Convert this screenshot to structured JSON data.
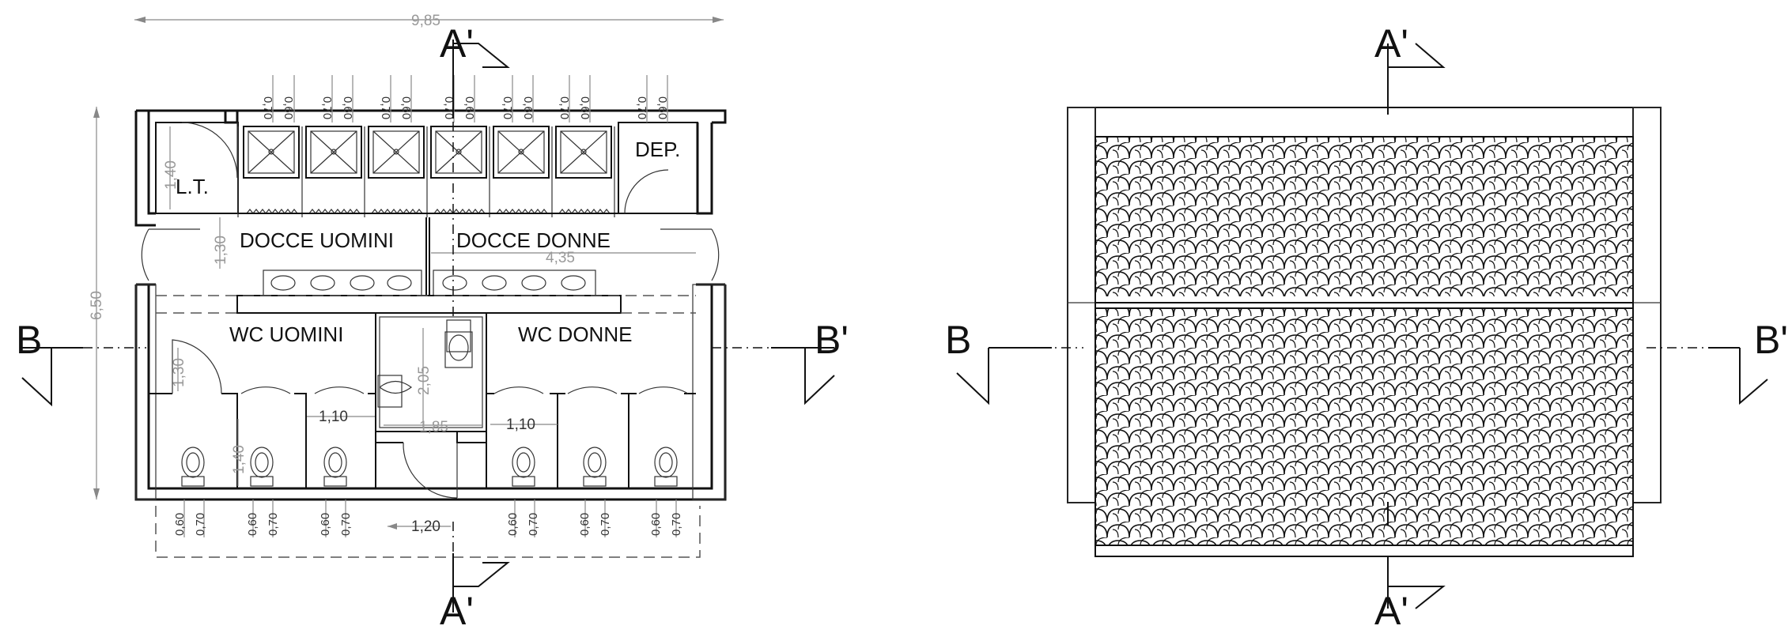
{
  "plan": {
    "total_width": "9,85",
    "total_depth": "6,50",
    "dim_lt_height": "1,40",
    "dim_corridor": "1,30",
    "dim_women_corridor": "4,35",
    "dim_wc_depth": "1,30",
    "dim_cubicle_depth": "1,40",
    "dim_wc_width_left": "1,10",
    "dim_wc_width_right": "1,10",
    "dim_disabled_width": "1,85",
    "dim_disabled_depth": "2,05",
    "dim_entrance": "1,20",
    "shower_dim_a": "0,70",
    "shower_dim_b": "0,60",
    "wc_dim_a": "0,60",
    "wc_dim_b": "0,70"
  },
  "rooms": {
    "lt": "L.T.",
    "dep": "DEP.",
    "showers_men": "DOCCE UOMINI",
    "showers_women": "DOCCE DONNE",
    "wc_men": "WC UOMINI",
    "wc_women": "WC DONNE"
  },
  "sections": {
    "a_top_left": "A'",
    "a_bottom_left": "A'",
    "b_left_left": "B",
    "b_right_left": "B'",
    "a_top_right": "A'",
    "a_bottom_right": "A'",
    "b_left_right": "B",
    "b_right_right": "B'"
  }
}
